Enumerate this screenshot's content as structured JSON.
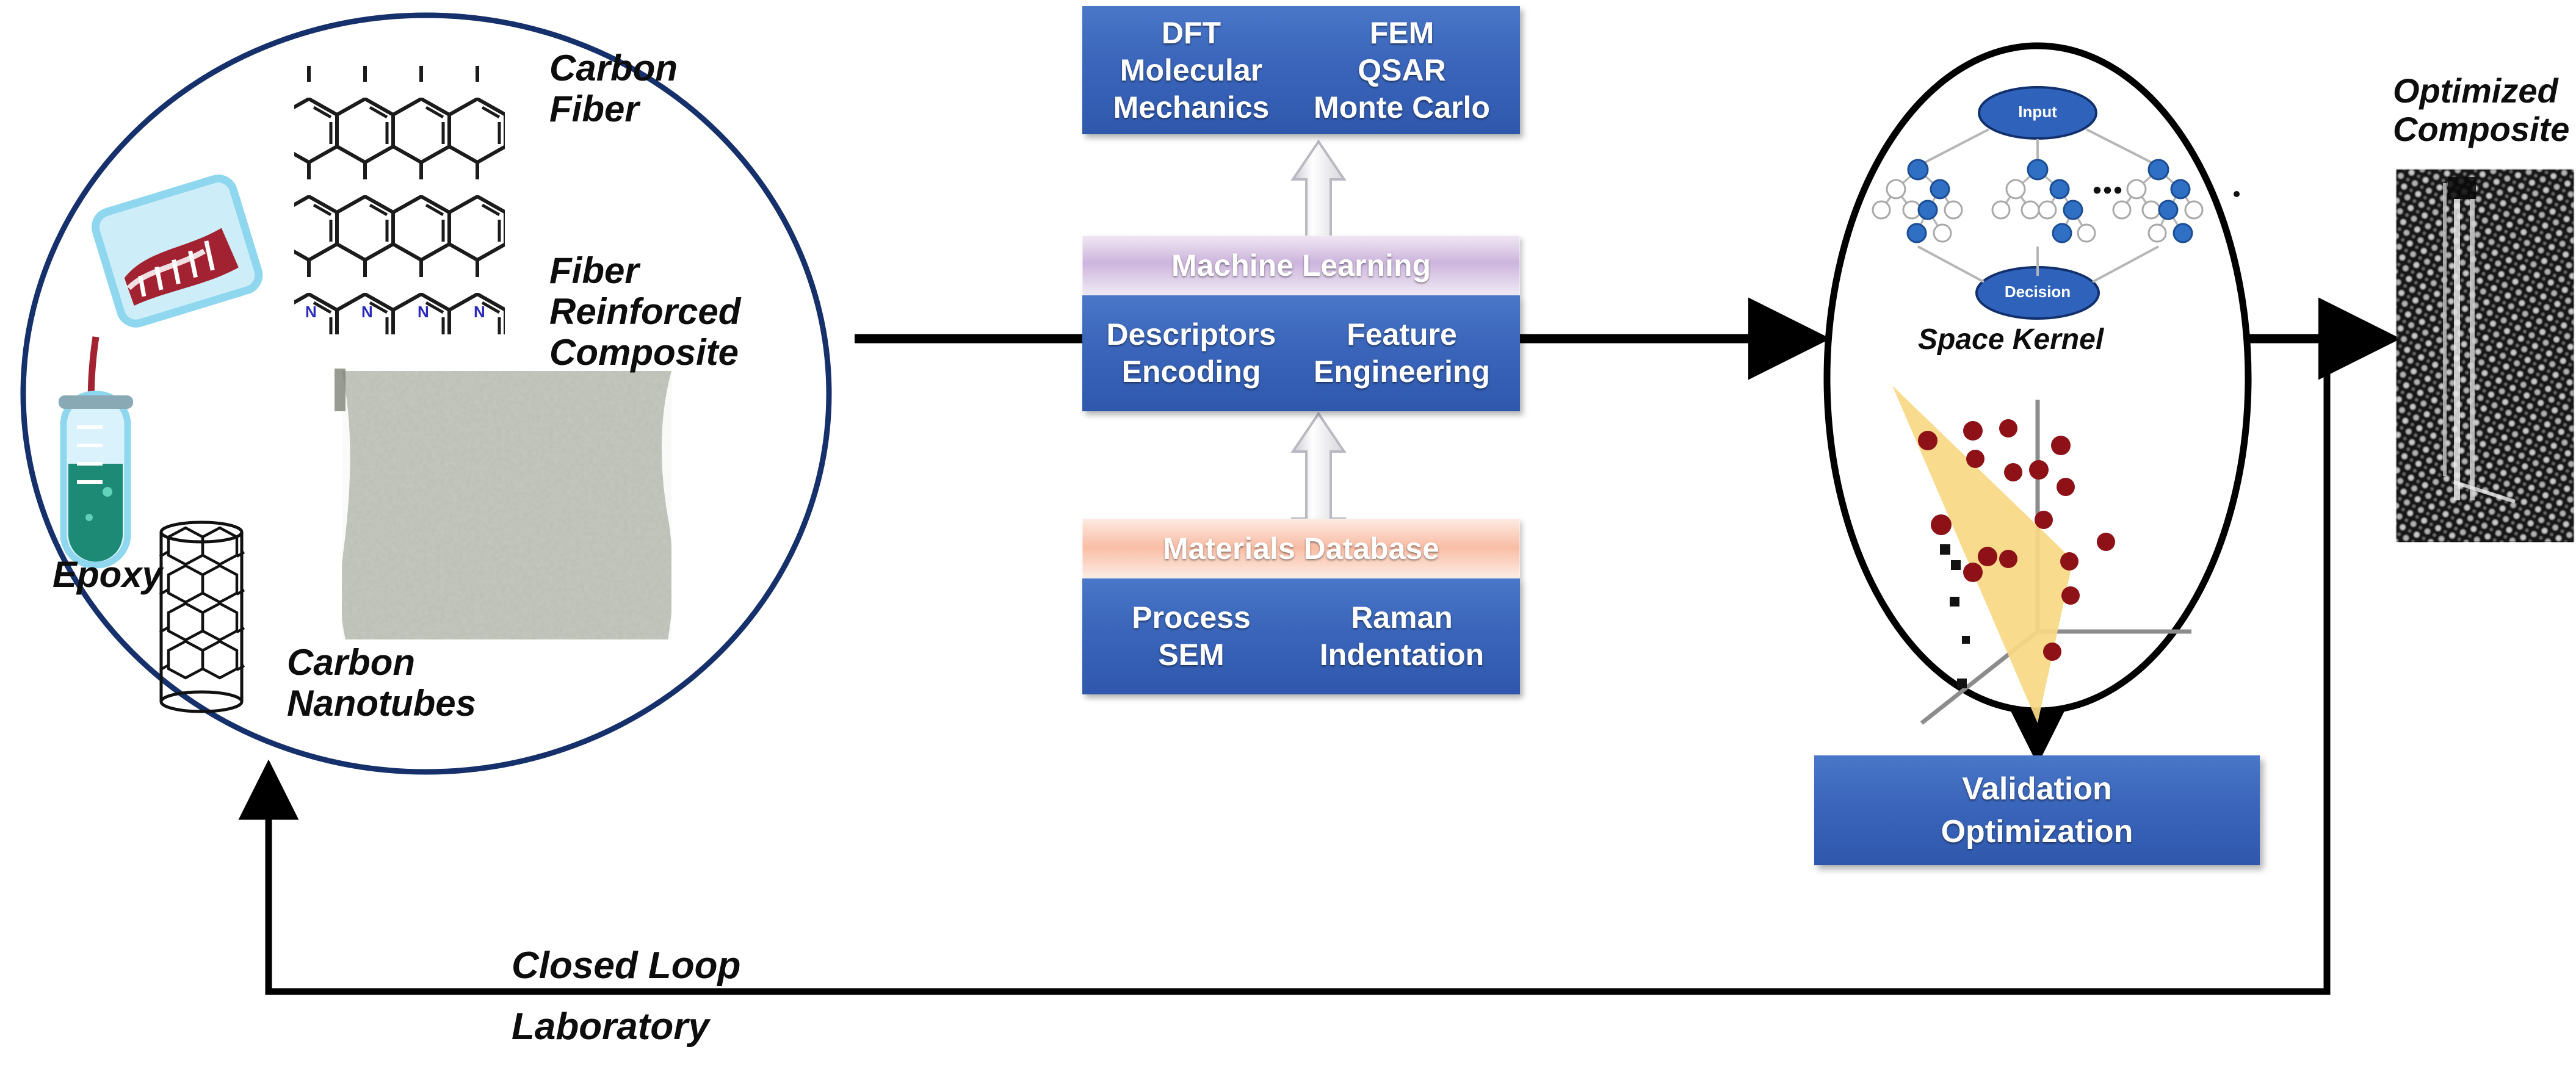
{
  "diagram": {
    "title": "Closed Loop Laboratory machine-learning workflow for optimized fiber reinforced composites"
  },
  "materials_ellipse": {
    "name": "materials-input-ellipse",
    "outline_color": "#15306b",
    "labels": {
      "carbon_fiber": "Carbon\nFiber",
      "fiber_reinforced_composite": "Fiber\nReinforced\nComposite",
      "epoxy": "Epoxy",
      "carbon_nanotubes": "Carbon\nNanotubes"
    },
    "icons": {
      "graphene_lattice": "graphene-lattice-icon",
      "beaker": "beaker-icon",
      "test_tube": "test-tube-icon",
      "nanotube": "carbon-nanotube-icon",
      "sem_micrograph": "sem-micrograph-image"
    }
  },
  "simulation_box": {
    "name": "simulation-methods-box",
    "left_column": "DFT\nMolecular\nMechanics",
    "right_column": "FEM\nQSAR\nMonte Carlo",
    "fill": "#3b66bb"
  },
  "machine_learning_box": {
    "name": "machine-learning-box",
    "header": "Machine Learning",
    "header_fill": "#cdb5dd",
    "left_column": "Descriptors\nEncoding",
    "right_column": "Feature\nEngineering",
    "fill": "#3b66bb"
  },
  "materials_database_box": {
    "name": "materials-database-box",
    "header": "Materials Database",
    "header_fill": "#f9bda4",
    "left_column": "Process\nSEM",
    "right_column": "Raman\nIndentation",
    "fill": "#3b66bb"
  },
  "model_ellipse": {
    "name": "model-ellipse",
    "outline_color": "#000000",
    "tree_ensemble": {
      "input_node": "Input",
      "decision_node": "Decision",
      "ellipsis": "•••",
      "node_fill": "#2f63bb",
      "tree_count": 3
    },
    "space_kernel_label": "Space Kernel",
    "svm_plot": {
      "hyperplane_fill": "#f7d884",
      "positive_marker_color": "#8e1117",
      "negative_marker_color": "#121212",
      "axis_color": "#808080"
    }
  },
  "validation_box": {
    "name": "validation-optimization-box",
    "label": "Validation\nOptimization",
    "fill": "#3b66bb"
  },
  "output": {
    "name": "optimized-composite-output",
    "label": "Optimized\nComposite",
    "image": "composite-tem-micrograph"
  },
  "feedback": {
    "name": "closed-loop-feedback",
    "line1": "Closed Loop",
    "line2": "Laboratory"
  },
  "connectors": {
    "ellipse_to_ml": "plain-line",
    "ml_to_model": "arrow-right",
    "model_to_output": "arrow-right",
    "sim_to_ml": "double-arrow-vertical",
    "ml_to_db": "double-arrow-vertical",
    "model_to_validation": "double-arrow-vertical",
    "loop_return": "arrow-up"
  }
}
